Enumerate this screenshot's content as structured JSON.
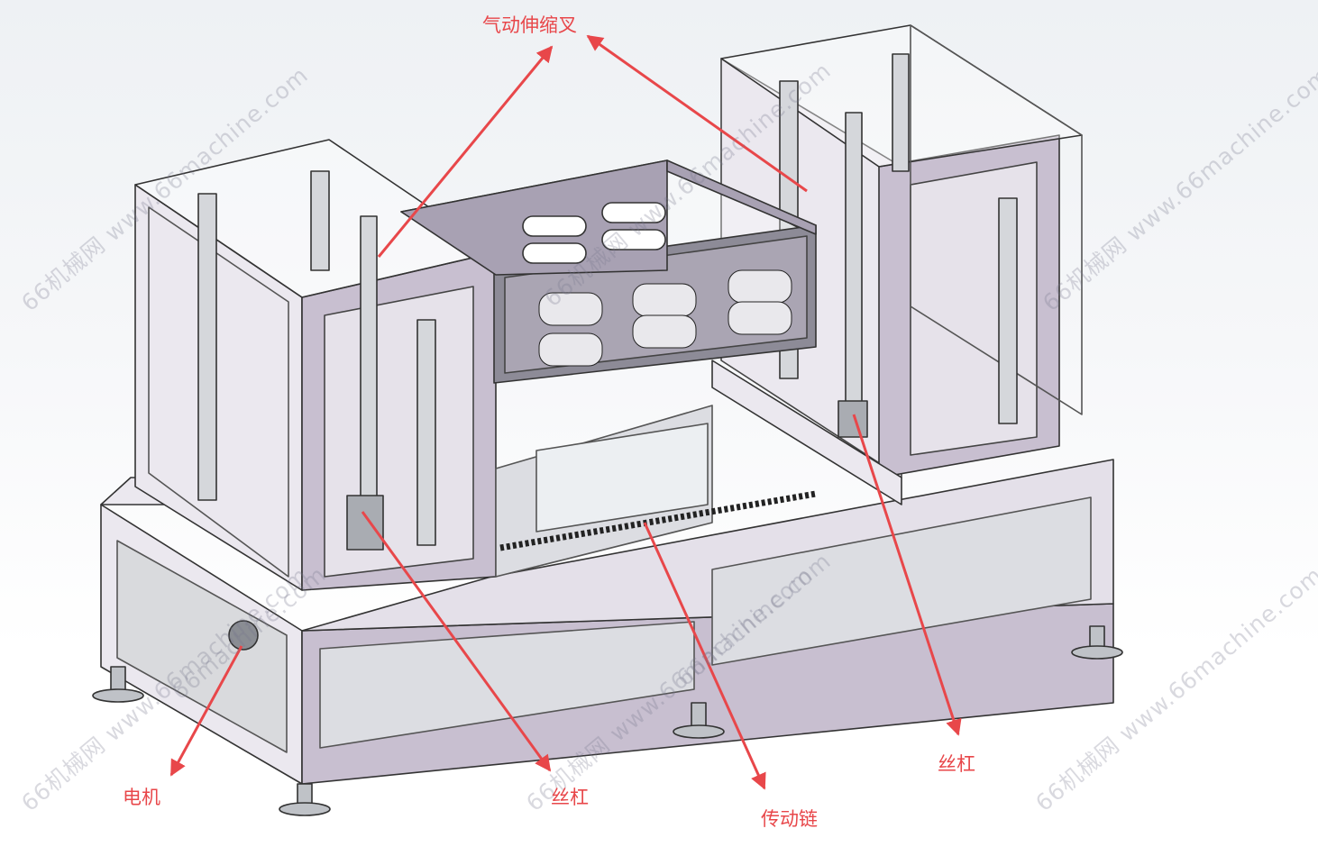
{
  "callouts": {
    "pneumatic_fork": "气动伸缩叉",
    "motor": "电机",
    "lead_screw_left": "丝杠",
    "drive_chain": "传动链",
    "lead_screw_right": "丝杠"
  },
  "watermark": {
    "text": "66机械网 www.66machine.com",
    "domain_text": "66machine.com"
  },
  "colors": {
    "annotation_red": "#e8474a",
    "frame_lilac": "#c8bfd0",
    "frame_light": "#ebe8ef",
    "outline": "#333333"
  }
}
